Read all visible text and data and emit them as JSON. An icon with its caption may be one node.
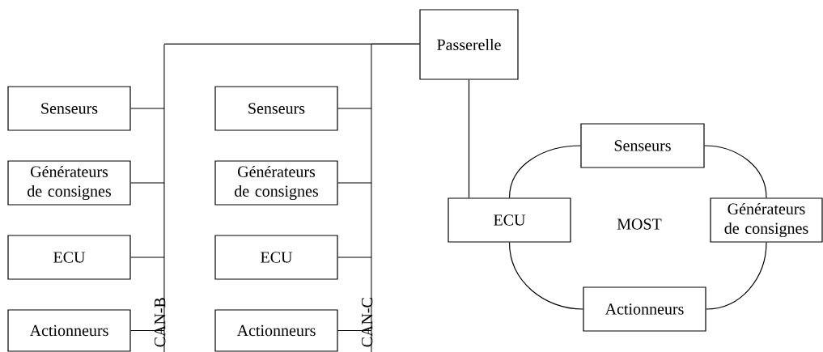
{
  "diagram": {
    "nodes": [
      {
        "text": [
          "Senseurs"
        ]
      },
      {
        "text": [
          "Générateurs de consignes"
        ]
      },
      {
        "text": [
          "ECU"
        ]
      },
      {
        "text": [
          "Actionneurs"
        ]
      },
      {
        "text": [
          "CAN-B"
        ]
      },
      {
        "text": [
          "Senseurs"
        ]
      },
      {
        "text": [
          "Générateurs de consignes"
        ]
      },
      {
        "text": [
          "ECU"
        ]
      },
      {
        "text": [
          "Actionneurs"
        ]
      },
      {
        "text": [
          "CAN-C"
        ]
      },
      {
        "text": [
          "Passerelle"
        ]
      },
      {
        "text": [
          "ECU"
        ]
      },
      {
        "text": [
          "Senseurs"
        ]
      },
      {
        "text": [
          "Générateurs de consignes"
        ]
      },
      {
        "text": [
          "Actionneurs"
        ]
      }
    ],
    "edges": [
      {
        "from": 0,
        "to": 4,
        "arrow": "none"
      },
      {
        "from": 1,
        "to": 4,
        "arrow": "none"
      },
      {
        "from": 2,
        "to": 4,
        "arrow": "none"
      },
      {
        "from": 3,
        "to": 4,
        "arrow": "none"
      },
      {
        "from": 5,
        "to": 9,
        "arrow": "none"
      },
      {
        "from": 6,
        "to": 9,
        "arrow": "none"
      },
      {
        "from": 7,
        "to": 9,
        "arrow": "none"
      },
      {
        "from": 8,
        "to": 9,
        "arrow": "none"
      },
      {
        "from": 4,
        "to": 10,
        "arrow": "none"
      },
      {
        "from": 9,
        "to": 10,
        "arrow": "none"
      },
      {
        "from": 10,
        "to": 11,
        "arrow": "none"
      },
      {
        "from": 11,
        "to": 12,
        "arrow": "none"
      },
      {
        "from": 12,
        "to": 13,
        "arrow": "none"
      },
      {
        "from": 13,
        "to": 14,
        "arrow": "none"
      },
      {
        "from": 14,
        "to": 11,
        "arrow": "none"
      }
    ],
    "labels": [
      "MOST"
    ]
  }
}
